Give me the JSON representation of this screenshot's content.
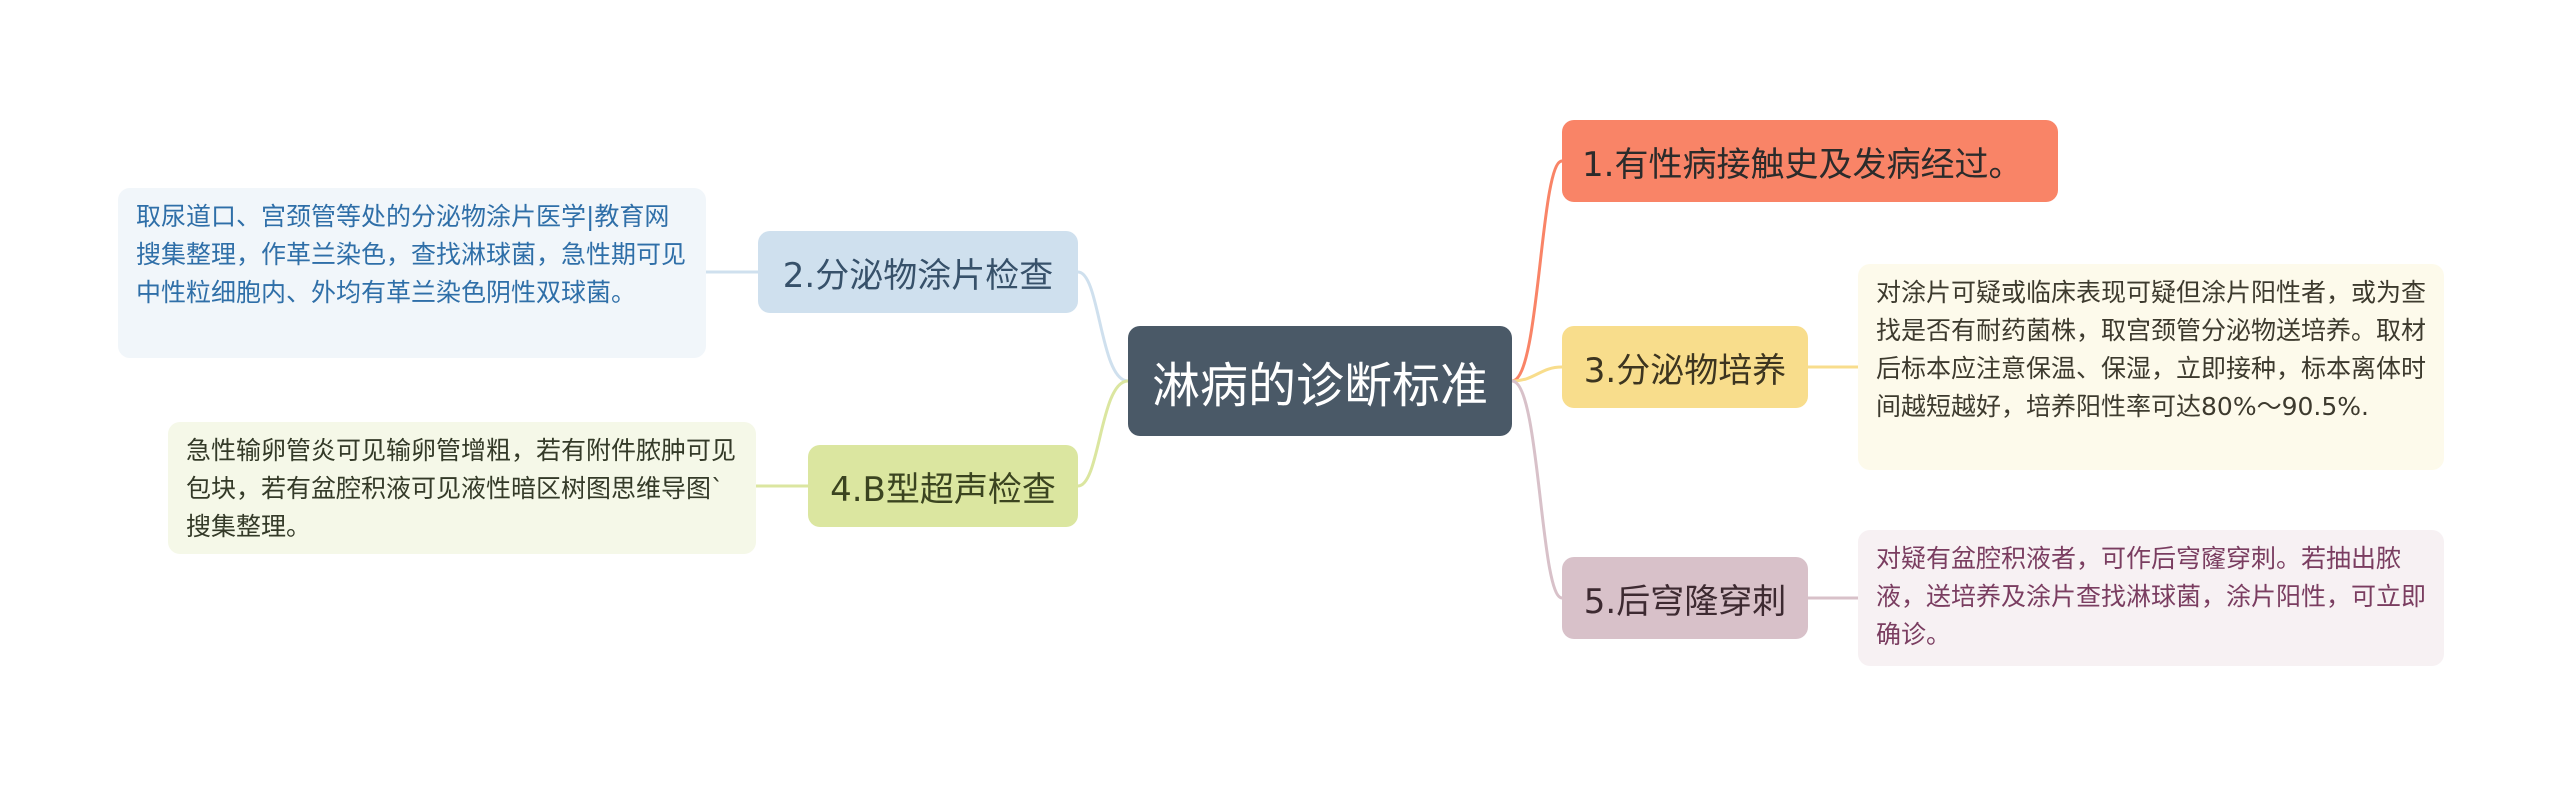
{
  "root": {
    "title": "淋病的诊断标准"
  },
  "branches": [
    {
      "label": "1.有性病接触史及发病经过。",
      "color": "#f98467"
    },
    {
      "label": "2.分泌物涂片检查",
      "color": "#cfe0ee",
      "note": "取尿道口、宫颈管等处的分泌物涂片医学|教育网搜集整理，作革兰染色，查找淋球菌，急性期可见中性粒细胞内、外均有革兰染色阴性双球菌。"
    },
    {
      "label": "3.分泌物培养",
      "color": "#f8dd8c",
      "note": "对涂片可疑或临床表现可疑但涂片阳性者，或为查找是否有耐药菌株，取宫颈管分泌物送培养。取材后标本应注意保温、保湿，立即接种，标本离体时间越短越好，培养阳性率可达80%～90.5%."
    },
    {
      "label": "4.B型超声检查",
      "color": "#dbe6a0",
      "note": "急性输卵管炎可见输卵管增粗，若有附件脓肿可见包块，若有盆腔积液可见液性暗区树图思维导图`搜集整理。"
    },
    {
      "label": "5.后穹隆穿刺",
      "color": "#d8c1c9",
      "note": "对疑有盆腔积液者，可作后穹窿穿刺。若抽出脓液，送培养及涂片查找淋球菌，涂片阳性，可立即确诊。"
    }
  ]
}
